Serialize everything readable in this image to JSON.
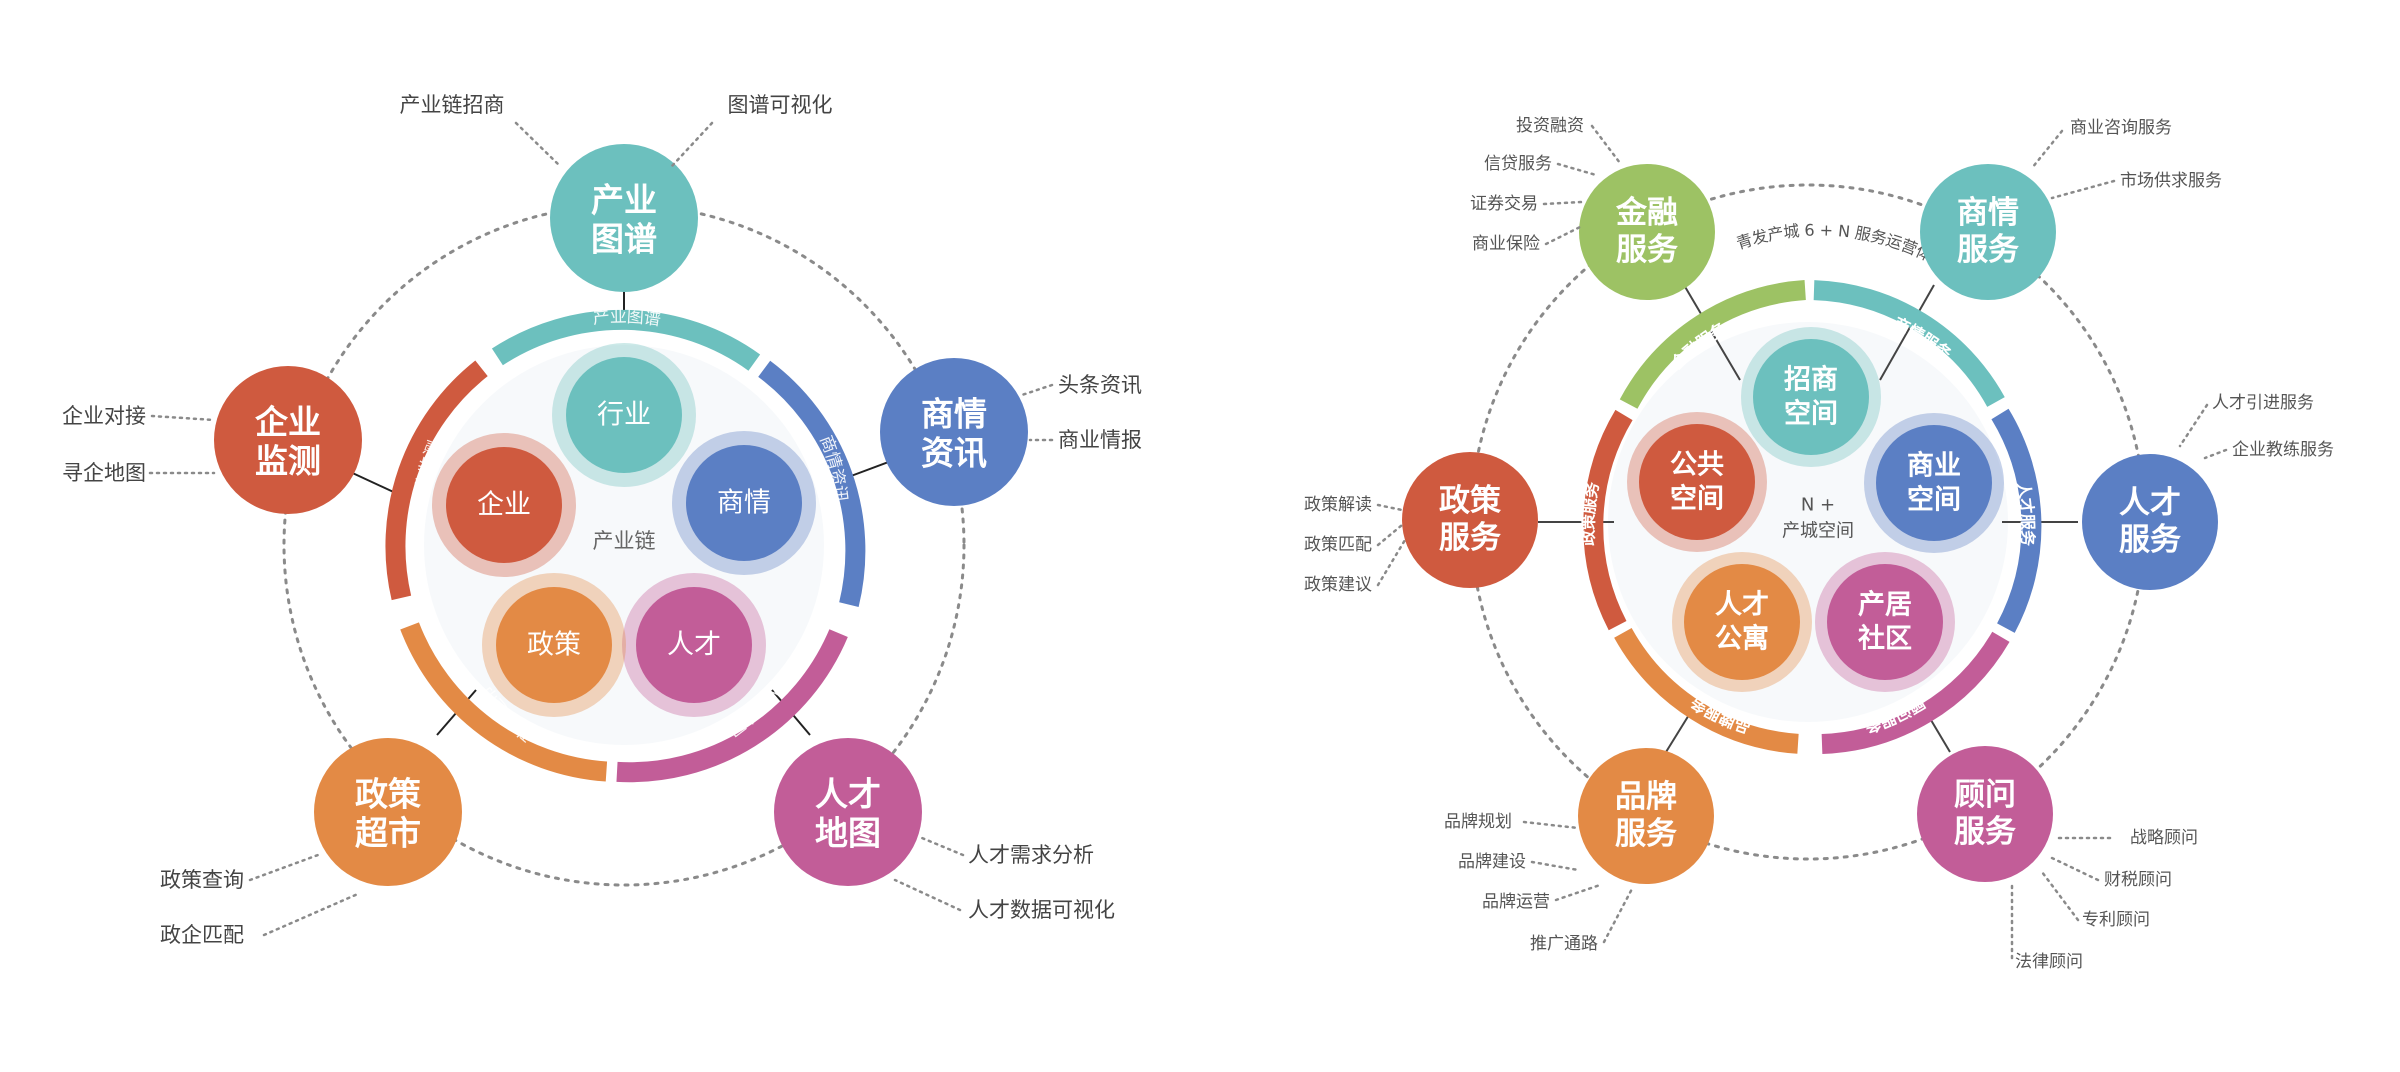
{
  "colors": {
    "teal": "#6cc0be",
    "blue": "#5b7fc4",
    "orange": "#e38a45",
    "red": "#cf5a3f",
    "magenta": "#c25d98",
    "green": "#9dc264",
    "gray": "#777777",
    "dot": "#8a8a8a"
  },
  "left": {
    "center_label": "产业链",
    "ring_labels": {
      "top": "产业图谱",
      "right": "商情资讯",
      "bottom_right": "人才地图",
      "bottom_left": "政策超市",
      "left": "企业监测"
    },
    "inner_circles": {
      "industry": "行业",
      "commerce": "商情",
      "talent": "人才",
      "policy": "政策",
      "enterprise": "企业"
    },
    "nodes": {
      "map": {
        "line1": "产业",
        "line2": "图谱"
      },
      "info": {
        "line1": "商情",
        "line2": "资讯"
      },
      "talent": {
        "line1": "人才",
        "line2": "地图"
      },
      "policy": {
        "line1": "政策",
        "line2": "超市"
      },
      "monitor": {
        "line1": "企业",
        "line2": "监测"
      }
    },
    "leaves": {
      "chain_invest": "产业链招商",
      "graph_vis": "图谱可视化",
      "headlines": "头条资讯",
      "biz_intel": "商业情报",
      "talent_demand": "人才需求分析",
      "talent_data": "人才数据可视化",
      "policy_query": "政策查询",
      "gov_match": "政企匹配",
      "ent_docking": "企业对接",
      "find_ent": "寻企地图"
    }
  },
  "right": {
    "system_title": "青发产城 6 + N 服务运营体系",
    "center_line1": "N +",
    "center_line2": "产城空间",
    "ring_labels": {
      "finance": "金融服务",
      "commerce": "商情服务",
      "talent": "人才服务",
      "consult": "顾问服务",
      "brand": "品牌服务",
      "policy": "政策服务"
    },
    "inner_circles": {
      "invest": {
        "line1": "招商",
        "line2": "空间"
      },
      "business": {
        "line1": "商业",
        "line2": "空间"
      },
      "community": {
        "line1": "产居",
        "line2": "社区"
      },
      "apartment": {
        "line1": "人才",
        "line2": "公寓"
      },
      "public": {
        "line1": "公共",
        "line2": "空间"
      }
    },
    "nodes": {
      "finance": {
        "line1": "金融",
        "line2": "服务"
      },
      "commerce": {
        "line1": "商情",
        "line2": "服务"
      },
      "talent": {
        "line1": "人才",
        "line2": "服务"
      },
      "consult": {
        "line1": "顾问",
        "line2": "服务"
      },
      "brand": {
        "line1": "品牌",
        "line2": "服务"
      },
      "policy": {
        "line1": "政策",
        "line2": "服务"
      }
    },
    "leaves": {
      "investment": "投资融资",
      "credit": "信贷服务",
      "securities": "证券交易",
      "insurance": "商业保险",
      "biz_consult": "商业咨询服务",
      "market_supply": "市场供求服务",
      "talent_intro": "人才引进服务",
      "ent_training": "企业教练服务",
      "strategy": "战略顾问",
      "tax": "财税顾问",
      "patent": "专利顾问",
      "legal": "法律顾问",
      "brand_plan": "品牌规划",
      "brand_build": "品牌建设",
      "brand_ops": "品牌运营",
      "promo": "推广通路",
      "policy_read": "政策解读",
      "policy_match": "政策匹配",
      "policy_advice": "政策建议"
    }
  }
}
